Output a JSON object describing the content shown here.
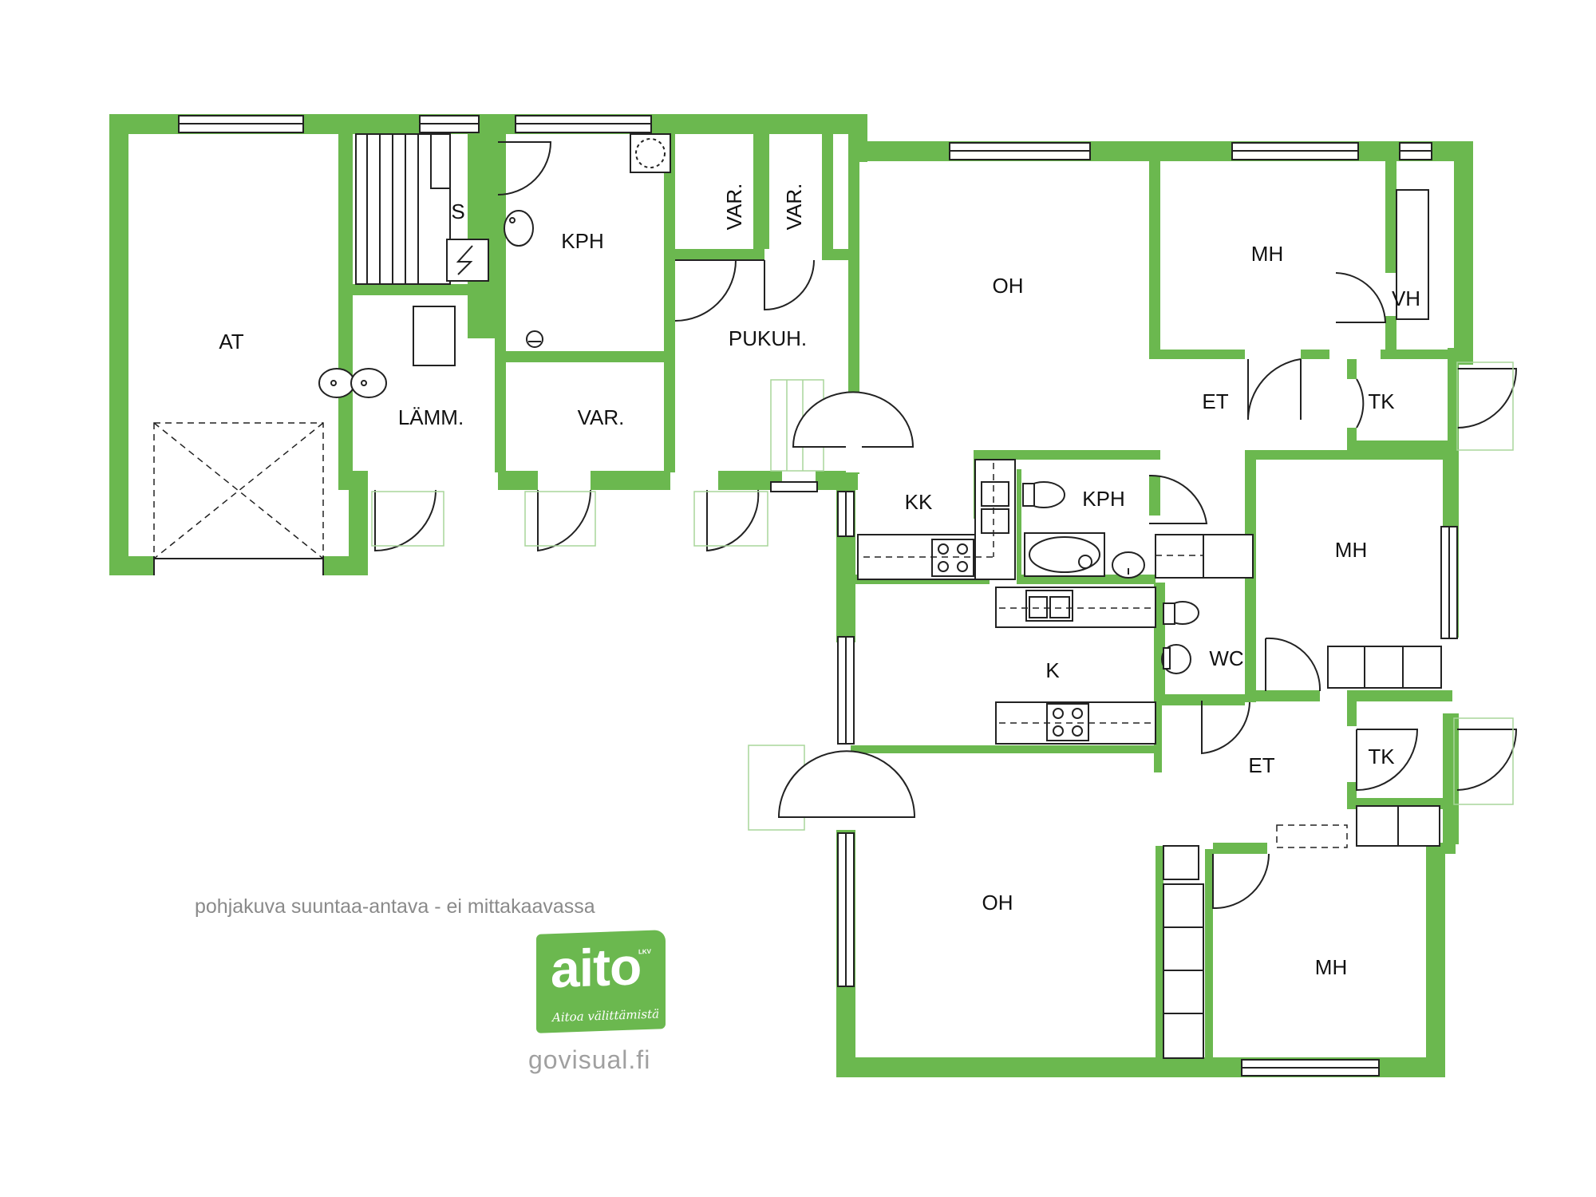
{
  "colors": {
    "wall": "#6bb84f",
    "line": "#222222",
    "thin": "#a8d59a",
    "background": "#ffffff"
  },
  "rooms": {
    "at": "AT",
    "s": "S",
    "kph1": "KPH",
    "var1": "VAR.",
    "var2": "VAR.",
    "pukuh": "PUKUH.",
    "lamm": "LÄMM.",
    "var3": "VAR.",
    "oh1": "OH",
    "mh1": "MH",
    "vh": "VH",
    "et1": "ET",
    "tk1": "TK",
    "kk": "KK",
    "kph2": "KPH",
    "mh2": "MH",
    "k": "K",
    "wc": "WC",
    "et2": "ET",
    "tk2": "TK",
    "oh2": "OH",
    "mh3": "MH"
  },
  "disclaimer": "pohjakuva suuntaa-antava - ei mittakaavassa",
  "logo": {
    "word": "aito",
    "lkv": "LKV",
    "tagline": "Aitoa välittämistä"
  },
  "website": "govisual.fi"
}
